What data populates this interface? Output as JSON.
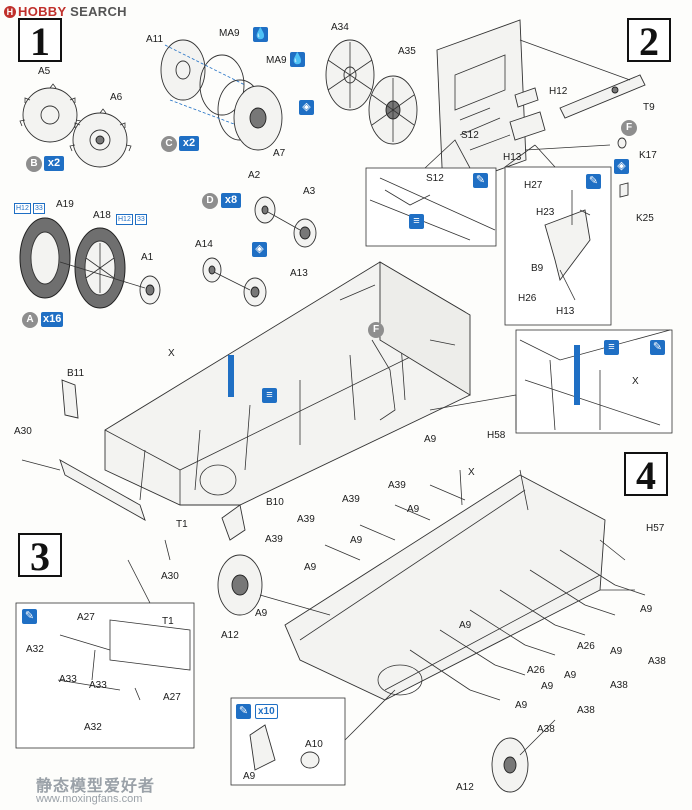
{
  "header": {
    "brand_mark": "H",
    "brand": "HOBBY",
    "search": "SEARCH"
  },
  "steps": [
    "1",
    "2",
    "3",
    "4"
  ],
  "step1": {
    "labels": {
      "a5": "A5",
      "a6": "A6",
      "a11": "A11",
      "ma9_1": "MA9",
      "ma9_2": "MA9",
      "a7": "A7",
      "a34": "A34",
      "a35": "A35",
      "a19": "A19",
      "a18": "A18",
      "a1": "A1",
      "a2": "A2",
      "a3": "A3",
      "a14": "A14",
      "a13": "A13"
    },
    "circle_letters": {
      "b": "B",
      "c": "C",
      "d": "D",
      "a": "A"
    },
    "multipliers": {
      "b": "x2",
      "c": "x2",
      "d": "x8",
      "a": "x16"
    },
    "paint_codes": {
      "h12_1": "H12",
      "h33_1": "33",
      "h12_2": "H12",
      "h33_2": "33"
    }
  },
  "step2": {
    "labels": {
      "h12": "H12",
      "t9": "T9",
      "s12": "S12",
      "h13": "H13",
      "k17": "K17",
      "k25": "K25",
      "s12_inset": "S12",
      "h27": "H27",
      "h23": "H23",
      "b9": "B9",
      "h26": "H26",
      "h13_inset": "H13"
    },
    "circle_letters": {
      "f": "F"
    }
  },
  "hull": {
    "labels": {
      "x": "X",
      "b11": "B11",
      "a30_1": "A30",
      "t1": "T1",
      "a30_2": "A30",
      "b10": "B10",
      "x_inset": "X"
    },
    "circle_letters": {
      "f": "F"
    }
  },
  "step3": {
    "labels": {
      "a27_1": "A27",
      "t1": "T1",
      "a32_1": "A32",
      "a33_1": "A33",
      "a33_2": "A33",
      "a27_2": "A27",
      "a32_2": "A32"
    }
  },
  "step4": {
    "labels": {
      "a9_top": "A9",
      "h58": "H58",
      "x": "X",
      "a39_1": "A39",
      "a9_1": "A9",
      "a39_2": "A39",
      "a9_2": "A9",
      "a39_3": "A39",
      "a9_3": "A9",
      "a39_4": "A39",
      "a9_4": "A9",
      "h57": "H57",
      "a9_5": "A9",
      "a12_1": "A12",
      "a9_6": "A9",
      "a26_1": "A26",
      "a26_2": "A26",
      "a9_7": "A9",
      "a38_1": "A38",
      "a9_8": "A9",
      "a38_2": "A38",
      "a9_9": "A9",
      "a38_3": "A38",
      "a9_10": "A9",
      "a38_4": "A38",
      "a12_2": "A12"
    },
    "inset": {
      "multiplier": "x10",
      "a10": "A10",
      "a9": "A9"
    }
  },
  "watermark": {
    "cn": "静态模型爱好者",
    "url": "www.moxingfans.com"
  }
}
